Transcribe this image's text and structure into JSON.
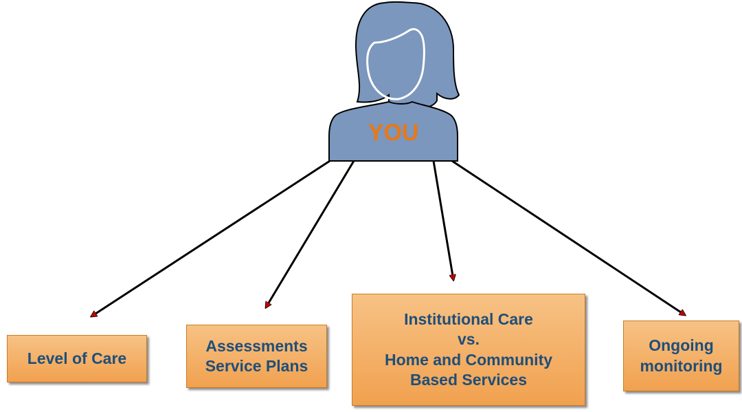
{
  "colors": {
    "person_fill": "#7b97bd",
    "person_outline": "#000000",
    "face_outline": "#ffffff",
    "you_text": "#e87817",
    "box_fill_light": "#f7c285",
    "box_fill_dark": "#f1a14f",
    "box_text": "#1f4e79",
    "arrow": "#000000",
    "arrowhead": "#c00000"
  },
  "person": {
    "icon": "person-female-icon",
    "label": "YOU"
  },
  "boxes": {
    "level_of_care": {
      "lines": [
        "Level of Care"
      ]
    },
    "assessments": {
      "lines": [
        "Assessments",
        "Service Plans"
      ]
    },
    "institutional": {
      "lines": [
        "Institutional Care",
        "vs.",
        "Home and Community",
        "Based Services"
      ]
    },
    "ongoing": {
      "lines": [
        "Ongoing",
        "monitoring"
      ]
    }
  }
}
